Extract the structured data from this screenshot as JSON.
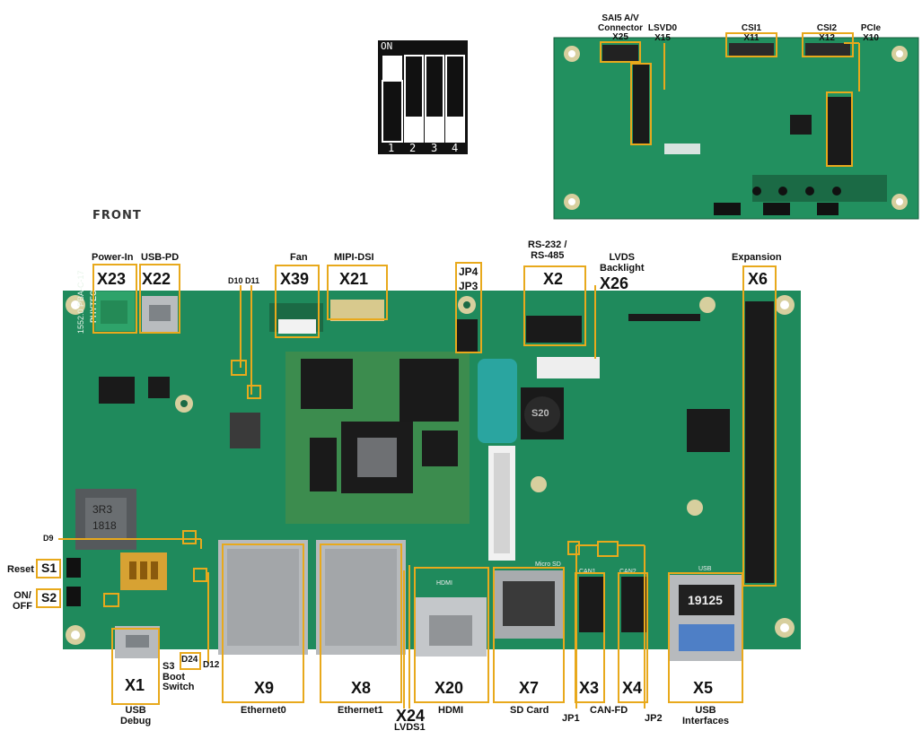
{
  "front_label": "FRONT",
  "dip": {
    "on_label": "ON",
    "numbers": [
      "1",
      "2",
      "3",
      "4"
    ],
    "switch_states": [
      "on",
      "off",
      "off",
      "off"
    ]
  },
  "back_labels": {
    "x25": {
      "line1": "SAI5 A/V",
      "line2": "Connector",
      "line3": "X25"
    },
    "x15": {
      "line1": "LSVD0",
      "line2": "X15"
    },
    "x11": {
      "line1": "CSI1",
      "line2": "X11"
    },
    "x12": {
      "line1": "CSI2",
      "line2": "X12"
    },
    "x10": {
      "line1": "PCIe",
      "line2": "X10"
    }
  },
  "top_labels": {
    "power_in": "Power-In",
    "usb_pd": "USB-PD",
    "fan": "Fan",
    "mipi_dsi": "MIPI-DSI",
    "d10_d11": "D10 D11",
    "rs": {
      "line1": "RS-232 /",
      "line2": "RS-485"
    },
    "lvds": {
      "line1": "LVDS",
      "line2": "Backlight"
    },
    "expansion": "Expansion"
  },
  "connectors": {
    "x23": "X23",
    "x22": "X22",
    "x39": "X39",
    "x21": "X21",
    "jp4": "JP4",
    "jp3": "JP3",
    "x2": "X2",
    "x26": "X26",
    "x6": "X6",
    "s1": "S1",
    "s2": "S2",
    "x1": "X1",
    "x9": "X9",
    "x8": "X8",
    "x24": "X24",
    "x20": "X20",
    "x7": "X7",
    "x3": "X3",
    "x4": "X4",
    "x5": "X5"
  },
  "side_labels": {
    "d9": "D9",
    "reset": "Reset",
    "on_off": {
      "line1": "ON/",
      "line2": "OFF"
    },
    "d24": "D24",
    "d12": "D12"
  },
  "bottom_labels": {
    "usb_debug": {
      "line1": "USB",
      "line2": "Debug"
    },
    "s3": {
      "line1": "S3",
      "line2": "Boot",
      "line3": "Switch"
    },
    "ethernet0": "Ethernet0",
    "ethernet1": "Ethernet1",
    "lvds1": "LVDS1",
    "hdmi": "HDMI",
    "sd_card": "SD Card",
    "jp1": "JP1",
    "can_fd": "CAN-FD",
    "jp2": "JP2",
    "usb_interfaces": {
      "line1": "USB",
      "line2": "Interfaces"
    }
  },
  "silkscreen": {
    "brand": "PHYTEC",
    "board": "1552.0 PBA-C-17",
    "inductor1": "3R3",
    "inductor1b": "1818",
    "inductor2": "S20",
    "usb_stack": "19125",
    "micro_sd": "Micro SD",
    "usb_text": "USB",
    "hdmi_text": "HDMI",
    "can1": "CAN1",
    "can2": "CAN2"
  },
  "colors": {
    "board": "#1f8a5c",
    "board_dark": "#176b47",
    "highlight": "#e8a91c",
    "dip_bg": "#111111"
  }
}
